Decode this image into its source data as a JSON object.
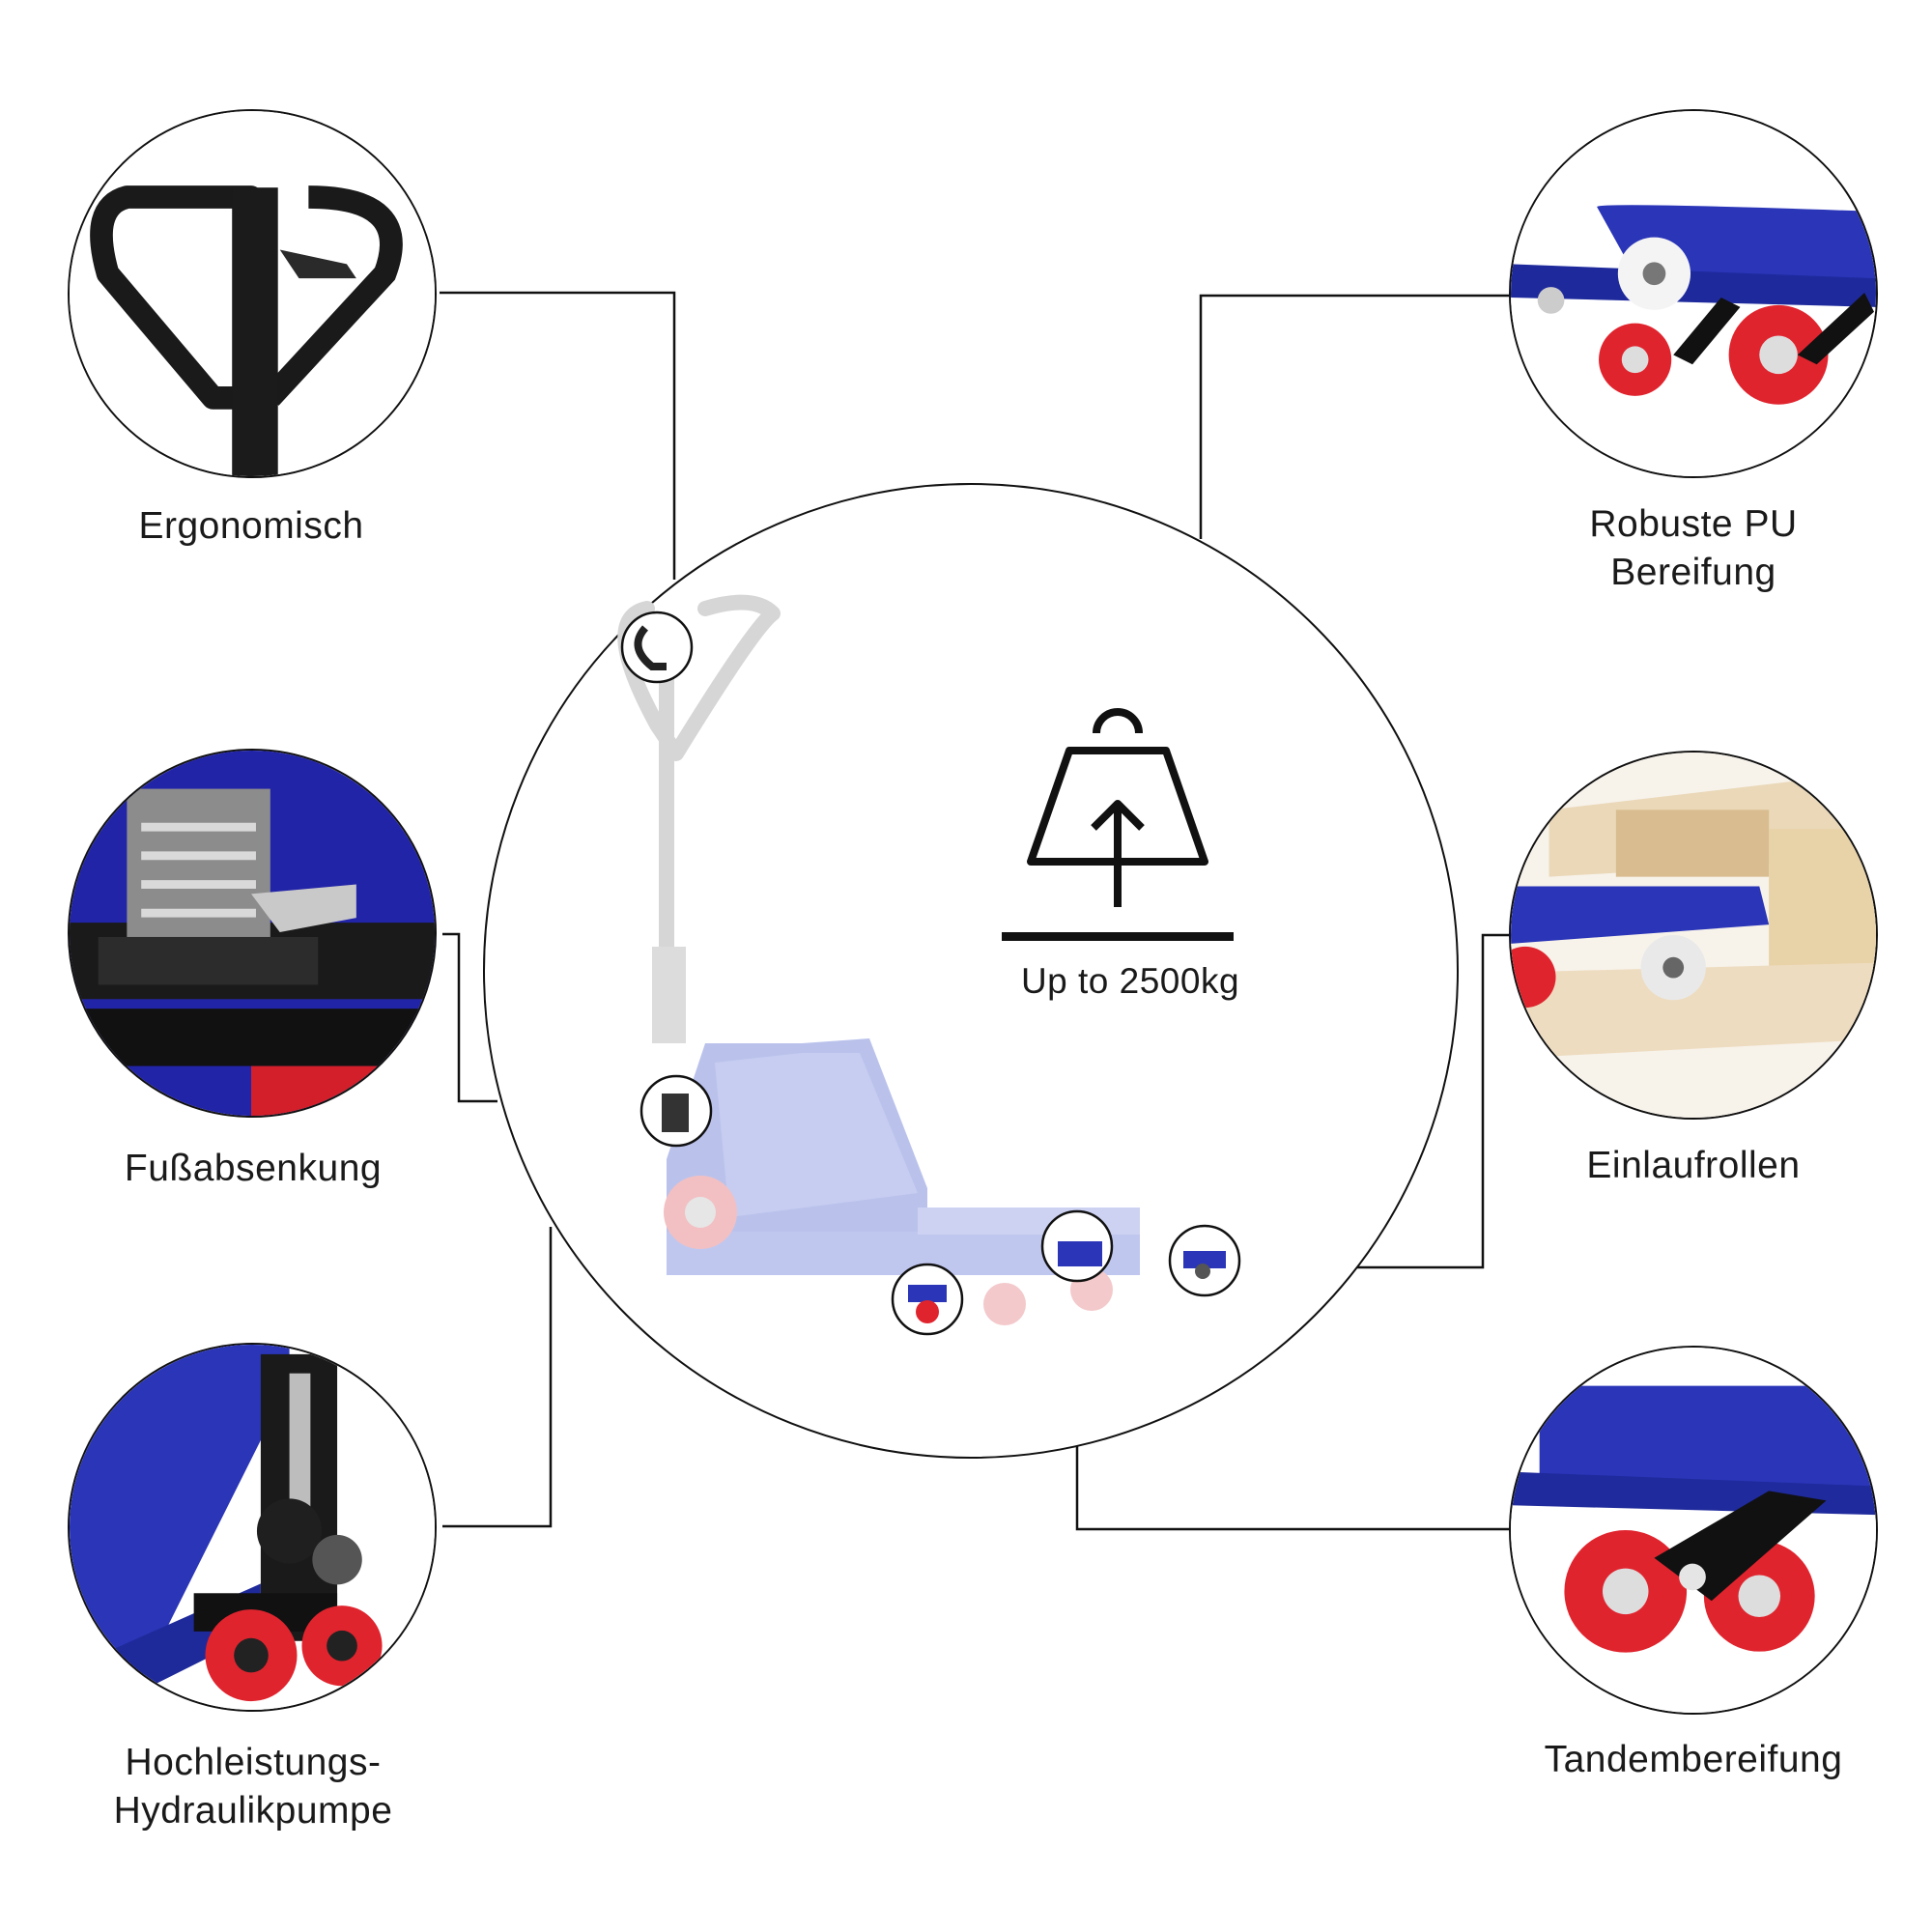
{
  "features": [
    {
      "id": "ergonomisch",
      "label": "Ergonomisch",
      "icon": "handle-photo"
    },
    {
      "id": "fussabsenkung",
      "label": "Fußabsenkung",
      "icon": "foot-release-photo"
    },
    {
      "id": "hydraulikpumpe",
      "label": "Hochleistungs-\nHydraulikpumpe",
      "label_line1": "Hochleistungs-",
      "label_line2": "Hydraulikpumpe",
      "icon": "pump-photo"
    },
    {
      "id": "pu-bereifung",
      "label_line1": "Robuste PU",
      "label_line2": "Bereifung",
      "icon": "pu-wheels-photo"
    },
    {
      "id": "einlaufrollen",
      "label": "Einlaufrollen",
      "icon": "entry-rollers-photo"
    },
    {
      "id": "tandembereifung",
      "label": "Tandembereifung",
      "icon": "tandem-wheels-photo"
    }
  ],
  "capacity": {
    "text": "Up to 2500kg",
    "icon": "weight-lift-icon"
  },
  "colors": {
    "frame_blue": "#2a35b8",
    "wheel_red": "#e0242e",
    "line": "#111111"
  }
}
